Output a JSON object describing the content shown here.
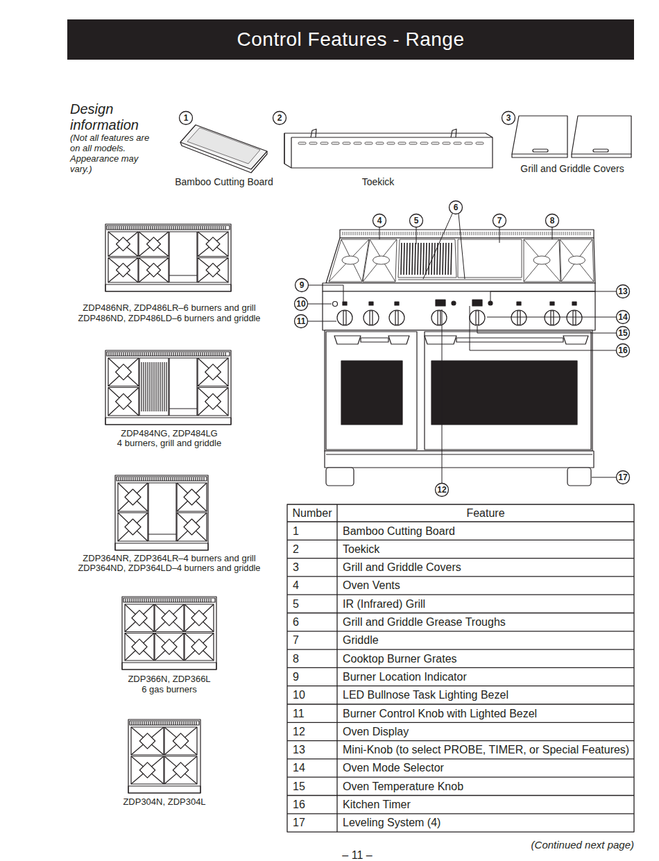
{
  "diagram": {
    "title": "Control Features - Range",
    "labels": [
      "Design information",
      "(Not all features are on all models. Appearance may vary.)",
      "1",
      "Bamboo Cutting Board",
      "2",
      "Toekick",
      "3",
      "Grill and Griddle Covers",
      "4",
      "5",
      "6",
      "7",
      "8",
      "9",
      "13",
      "10",
      "14",
      "11",
      "15",
      "16",
      "17",
      "12",
      "ZDP486NR, ZDP486LR–6 burners and grill",
      "ZDP486ND, ZDP486LD–6 burners and griddle",
      "ZDP484NG, ZDP484LG",
      "4 burners, grill and griddle",
      "ZDP364NR, ZDP364LR–4 burners and grill",
      "ZDP364ND, ZDP364LD–4 burners and griddle",
      "ZDP366N, ZDP366L",
      "6 gas burners",
      "ZDP304N, ZDP304L",
      "Number",
      "Feature",
      "1",
      "Bamboo Cutting Board",
      "2",
      "Toekick",
      "3",
      "Grill and Griddle Covers",
      "4",
      "Oven Vents",
      "5",
      "IR (Infrared) Grill",
      "6",
      "Grill and Griddle Grease Troughs",
      "7",
      "Griddle",
      "8",
      "Cooktop Burner Grates",
      "9",
      "Burner Location Indicator",
      "10",
      "LED Bullnose Task Lighting Bezel",
      "11",
      "Burner Control Knob with Lighted Bezel",
      "12",
      "Oven Display",
      "13",
      "Mini-Knob (to select PROBE, TIMER, or Special Features)",
      "14",
      "Oven Mode Selector",
      "15",
      "Oven Temperature Knob",
      "16",
      "Kitchen Timer",
      "17",
      "Leveling System (4)",
      "(Continued next page)",
      "– 11 –"
    ]
  }
}
